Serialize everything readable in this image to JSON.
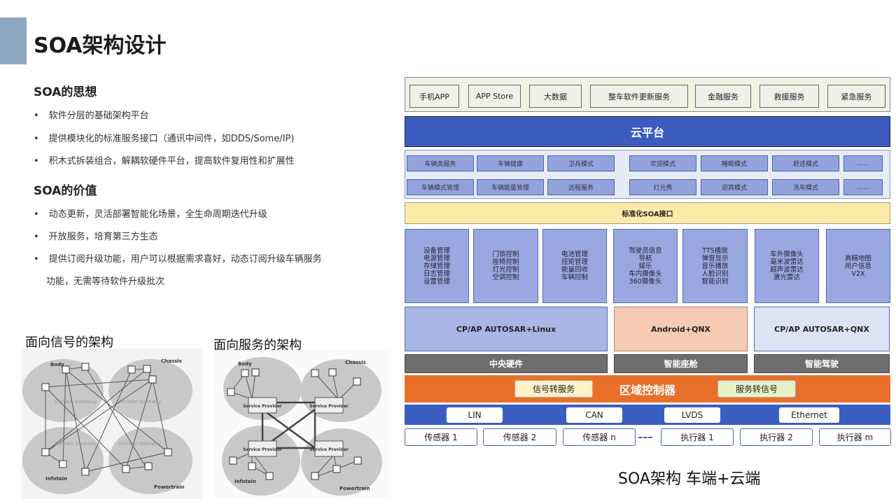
{
  "title": "SOA架构设计",
  "thought": {
    "heading": "SOA的思想",
    "items": [
      "软件分层的基础架构平台",
      "提供模块化的标准服务接口（通讯中间件，如DDS/Some/IP)",
      "积木式拆装组合，解耦软硬件平台，提高软件复用性和扩展性"
    ]
  },
  "value": {
    "heading": "SOA的价值",
    "items": [
      "动态更新，灵活部署智能化场景，全生命周期迭代升级",
      "开放服务，培育第三方生态",
      "提供订阅升级功能，用户可以根据需求喜好，动态订阅升级车辆服务"
    ],
    "continuation": "功能，无需等待软件升级批次"
  },
  "signal_arch": {
    "title": "面向信号的架构",
    "domains": [
      "Body",
      "Chassis",
      "Infotain",
      "Powertrain"
    ],
    "gateway": "Domain Gateway"
  },
  "service_arch": {
    "title": "面向服务的架构",
    "domains": [
      "Body",
      "Chassis",
      "Infotain",
      "Powertrain"
    ],
    "provider": "Service Provider"
  },
  "soa": {
    "apps": [
      "手机APP",
      "APP Store",
      "大数据",
      "整车软件更新服务",
      "金融服务",
      "救援服务",
      "紧急服务"
    ],
    "cloud": "云平台",
    "services_row1": [
      "车辆类服务",
      "车辆健康",
      "卫兵模式",
      "欢迎模式",
      "睡眠模式",
      "舒适模式",
      "......"
    ],
    "services_row2": [
      "车辆模式管理",
      "车辆能量管理",
      "远程服务",
      "灯光秀",
      "迎宾模式",
      "洗车模式",
      "......"
    ],
    "interface": "标准化SOA接口",
    "modules": [
      [
        "设备管理",
        "电源管理",
        "存储管理",
        "日志管理",
        "设置管理"
      ],
      [
        "门锁控制",
        "座椅控制",
        "灯光控制",
        "空调控制"
      ],
      [
        "电池管理",
        "扭矩管理",
        "能量回收",
        "车辆控制"
      ],
      [
        "驾驶员信息",
        "导航",
        "娱乐",
        "车内摄像头",
        "360摄像头"
      ],
      [
        "TTS播放",
        "弹窗显示",
        "音乐播放",
        "人脸识别",
        "智能识别"
      ],
      [
        "车外摄像头",
        "毫米波雷达",
        "超声波雷达",
        "激光雷达"
      ],
      [
        "高精地图",
        "用户信息",
        "V2X"
      ]
    ],
    "os": [
      "CP/AP AUTOSAR+Linux",
      "Android+QNX",
      "CP/AP AUTOSAR+QNX"
    ],
    "hardware": [
      "中央硬件",
      "智能座舱",
      "智能驾驶"
    ],
    "zone": {
      "label": "区域控制器",
      "left": "信号转服务",
      "right": "服务转信号"
    },
    "buses": [
      "LIN",
      "CAN",
      "LVDS",
      "Ethernet"
    ],
    "sensors": [
      "传感器 1",
      "传感器 2",
      "传感器 n",
      "执行器 1",
      "执行器 2",
      "执行器 m"
    ],
    "caption": "SOA架构 车端+云端"
  }
}
